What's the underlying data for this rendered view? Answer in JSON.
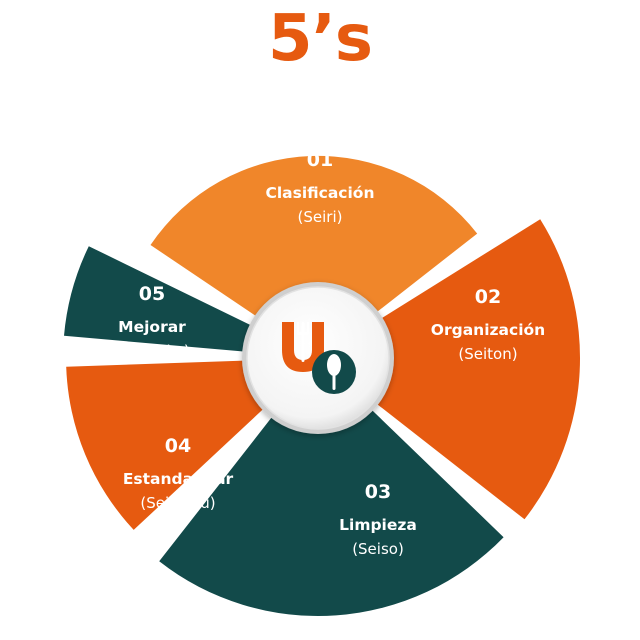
{
  "title": "5’s",
  "colors": {
    "accent_orange": "#e65a10",
    "light_orange": "#f0862a",
    "dark_teal": "#124a4a",
    "hub_ring": "#d9d9d9"
  },
  "logo": {
    "icon": "uo-fork-spoon-logo"
  },
  "segments": [
    {
      "number": "01",
      "name": "Clasificación",
      "japanese": "(Seiri)",
      "color": "#f0862a"
    },
    {
      "number": "02",
      "name": "Organización",
      "japanese": "(Seiton)",
      "color": "#e65a10"
    },
    {
      "number": "03",
      "name": "Limpieza",
      "japanese": "(Seiso)",
      "color": "#124a4a"
    },
    {
      "number": "04",
      "name": "Estandarizar",
      "japanese": "(Seiketsu)",
      "color": "#e65a10"
    },
    {
      "number": "05",
      "name": "Mejorar",
      "japanese": "(Shitsuke)",
      "color": "#124a4a"
    }
  ]
}
